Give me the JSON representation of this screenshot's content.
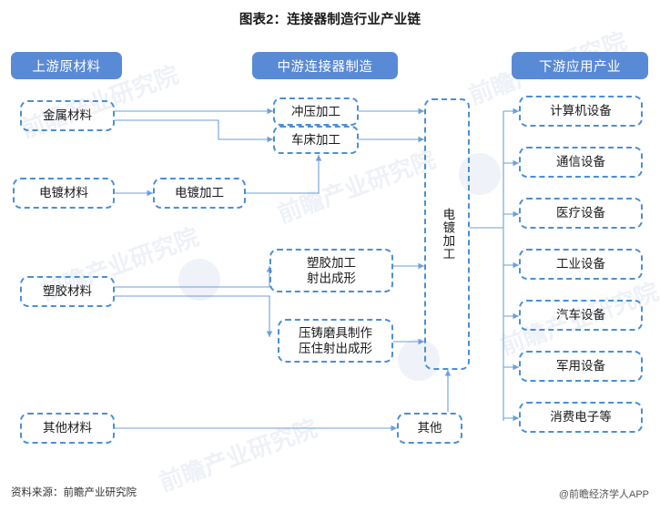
{
  "title": "图表2：连接器制造行业产业链",
  "colors": {
    "pill_bg": "#598ad6",
    "node_border": "#4b8fd4",
    "wire": "#6f9fd8",
    "text": "#1a1a1a"
  },
  "headers": [
    {
      "label": "上游原材料"
    },
    {
      "label": "中游连接器制造"
    },
    {
      "label": "下游应用产业"
    }
  ],
  "upstream": {
    "nodes": [
      {
        "label": "金属材料"
      },
      {
        "label": "电镀材料"
      },
      {
        "label": "塑胶材料"
      },
      {
        "label": "其他材料"
      }
    ]
  },
  "midstream": {
    "plating_material_process": "电镀加工",
    "processes": [
      {
        "label": "冲压加工"
      },
      {
        "label": "车床加工"
      }
    ],
    "molding": [
      {
        "line1": "塑胶加工",
        "line2": "射出成形"
      },
      {
        "line1": "压铸磨具制作",
        "line2": "压住射出成形"
      }
    ],
    "other": "其他",
    "plating_main": "电镀加工"
  },
  "downstream": {
    "nodes": [
      {
        "label": "计算机设备"
      },
      {
        "label": "通信设备"
      },
      {
        "label": "医疗设备"
      },
      {
        "label": "工业设备"
      },
      {
        "label": "汽车设备"
      },
      {
        "label": "军用设备"
      },
      {
        "label": "消费电子等"
      }
    ]
  },
  "footer": {
    "source": "资料来源：前瞻产业研究院",
    "brand": "@前瞻经济学人APP"
  },
  "watermarks": {
    "text": "前瞻产业研究院"
  }
}
